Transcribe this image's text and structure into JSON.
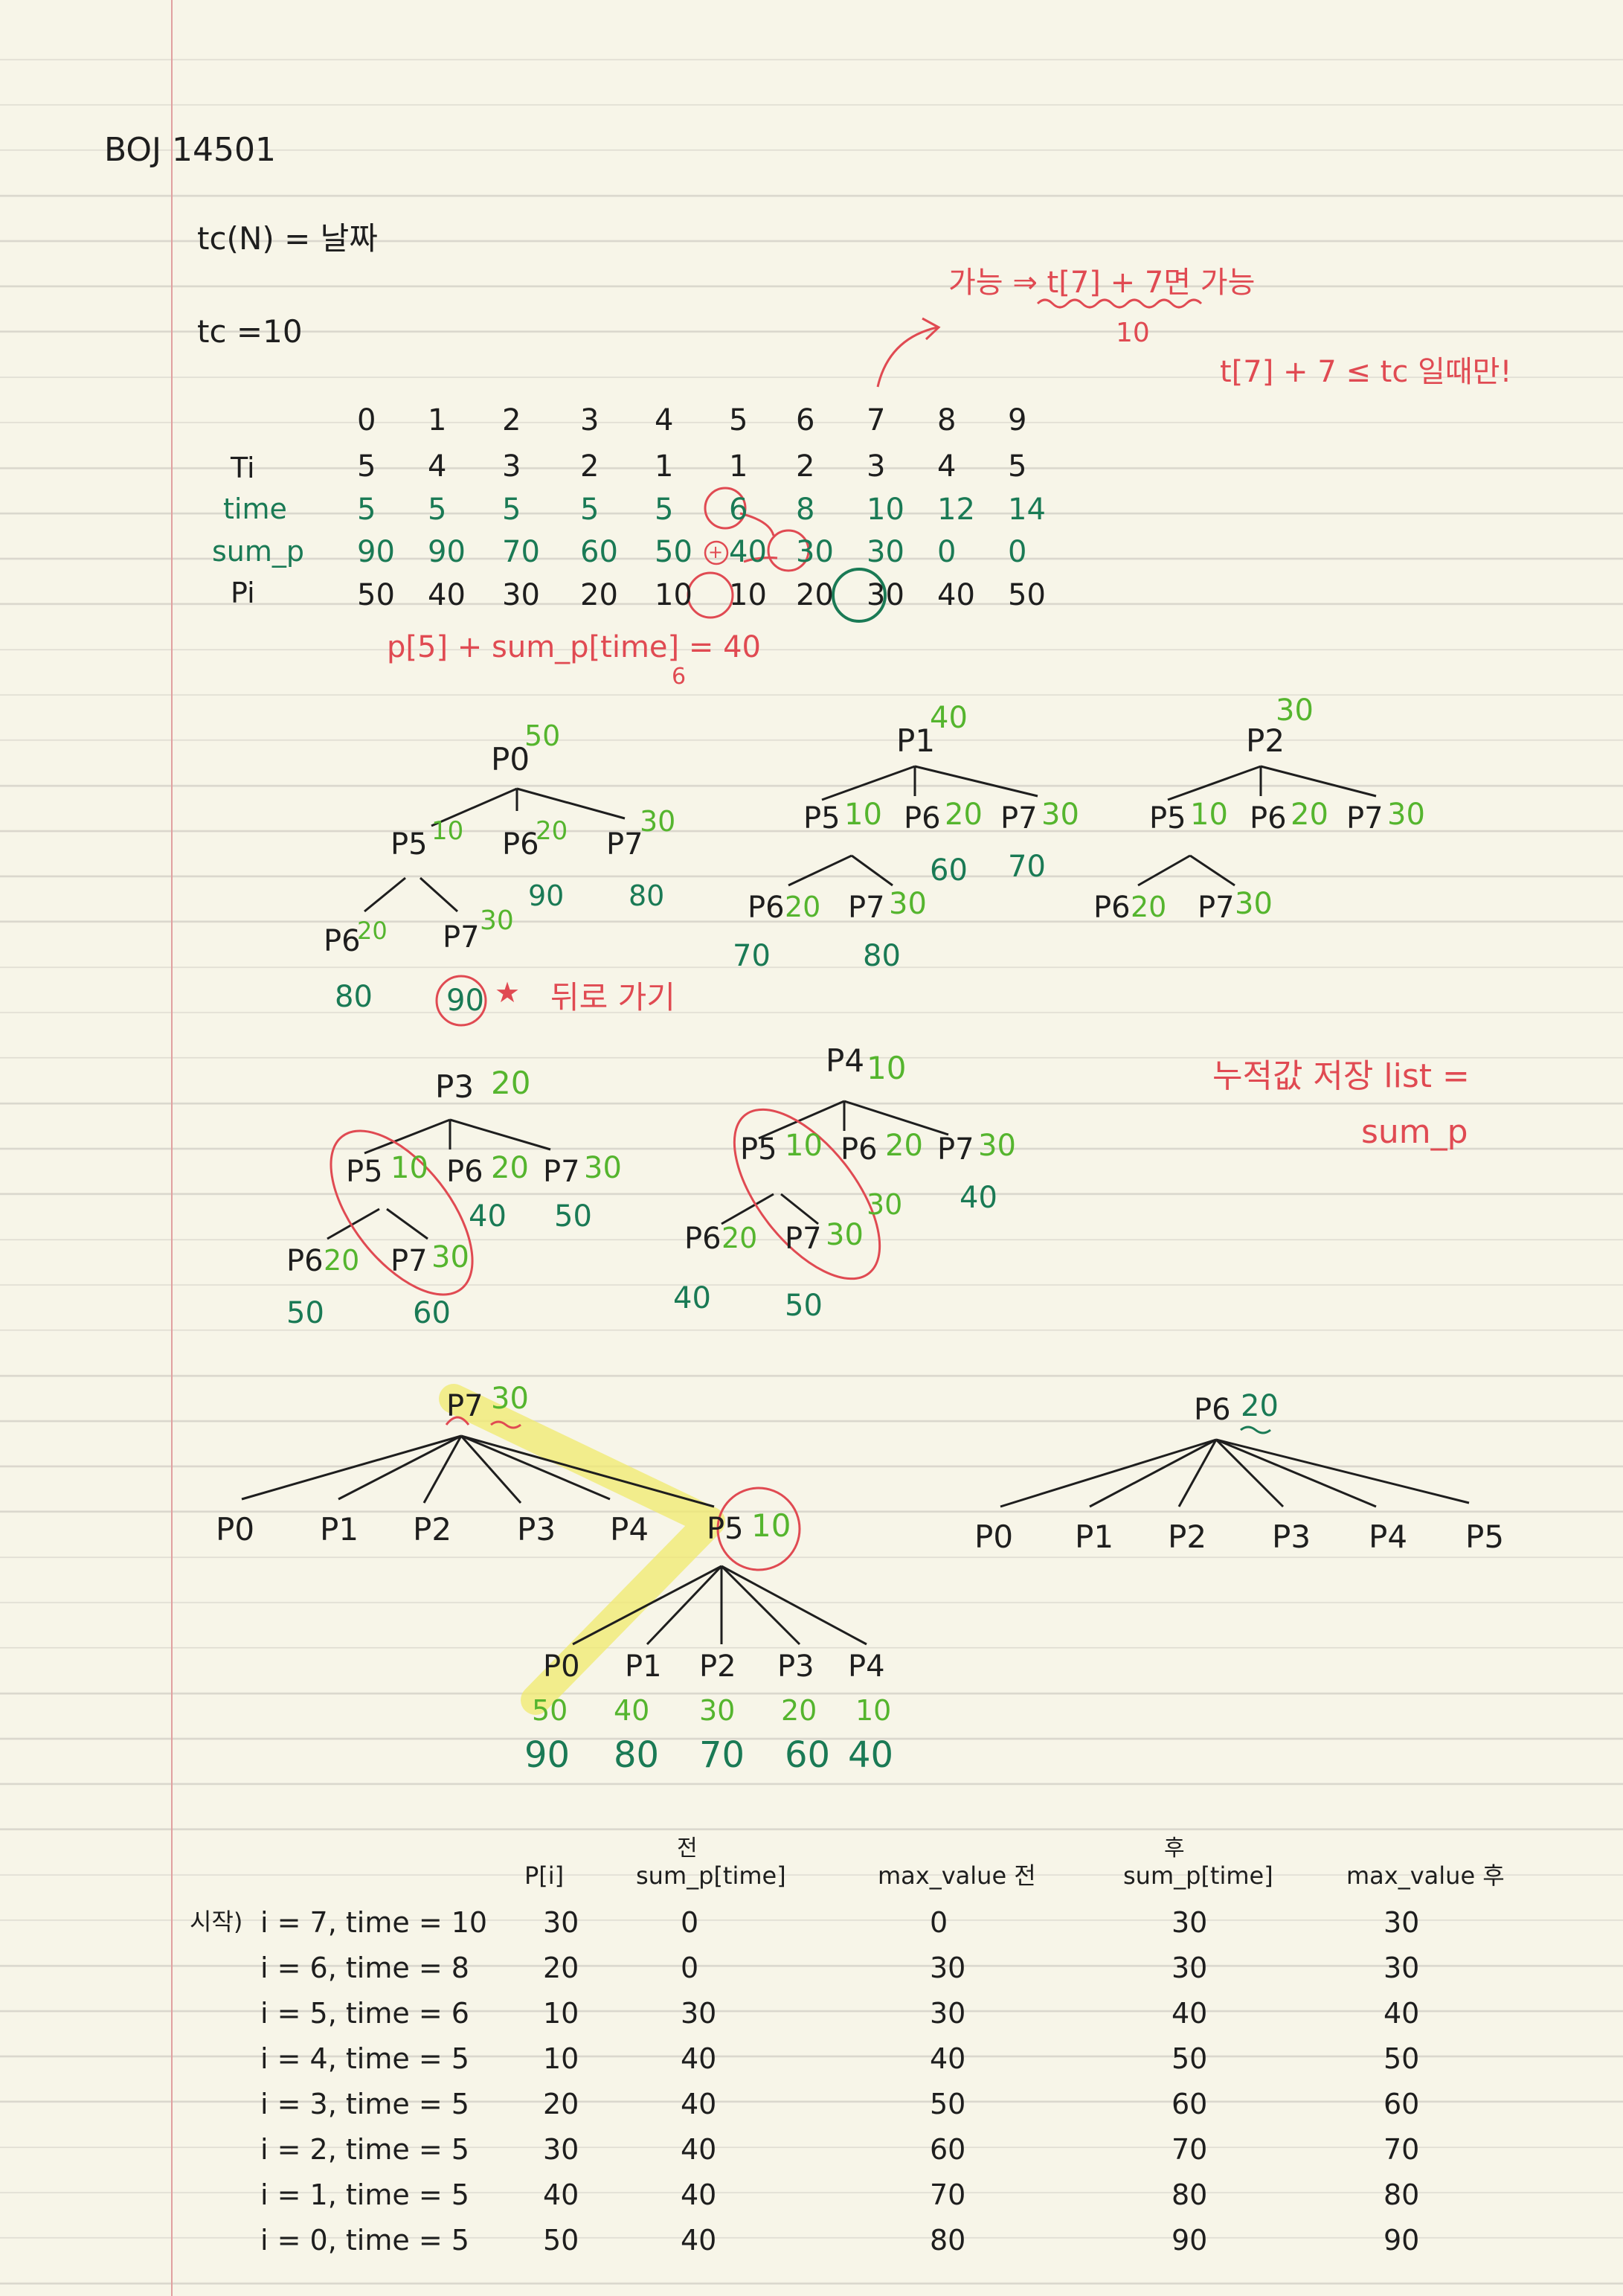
{
  "header": {
    "title": "BOJ 14501",
    "line1": "tc(N) = 날짜",
    "line2": "tc =10"
  },
  "notes": {
    "possible_top": "가능 ⇒ t[7] + 7면 가능",
    "possible_sub": "10",
    "condition": "t[7] + 7 ≤ tc 일때만!",
    "formula": "p[5] + sum_p[time] = 40",
    "formula_sub": "6",
    "backtrack": "뒤로 가기",
    "star": "★",
    "plus_mark": "+",
    "list_note_1": "누적값 저장 list =",
    "list_note_2": "sum_p"
  },
  "table": {
    "row_labels": [
      "Ti",
      "time",
      "sum_p",
      "Pi"
    ],
    "cols": [
      "0",
      "1",
      "2",
      "3",
      "4",
      "5",
      "6",
      "7",
      "8",
      "9"
    ],
    "ti": [
      "5",
      "4",
      "3",
      "2",
      "1",
      "1",
      "2",
      "3",
      "4",
      "5"
    ],
    "time": [
      "5",
      "5",
      "5",
      "5",
      "5",
      "6",
      "8",
      "10",
      "12",
      "14"
    ],
    "sum_p": [
      "90",
      "90",
      "70",
      "60",
      "50",
      "40",
      "30",
      "30",
      "0",
      "0"
    ],
    "pi": [
      "50",
      "40",
      "30",
      "20",
      "10",
      "10",
      "20",
      "30",
      "40",
      "50"
    ]
  },
  "trees": {
    "p0": {
      "root": "P0",
      "root_v": "50",
      "c": [
        "P5",
        "P6",
        "P7"
      ],
      "cv": [
        "10",
        "20",
        "30"
      ],
      "s": [
        "90",
        "80"
      ],
      "g": [
        "P6",
        "P7"
      ],
      "gv": [
        "20",
        "30"
      ],
      "gs": [
        "80",
        "90"
      ]
    },
    "p1": {
      "root": "P1",
      "root_v": "40",
      "c": [
        "P5",
        "P6",
        "P7"
      ],
      "cv": [
        "10",
        "20",
        "30"
      ],
      "s": [
        "60",
        "70"
      ],
      "g": [
        "P6",
        "P7"
      ],
      "gv": [
        "20",
        "30"
      ],
      "gs": [
        "70",
        "80"
      ]
    },
    "p2": {
      "root": "P2",
      "root_v": "30",
      "c": [
        "P5",
        "P6",
        "P7"
      ],
      "cv": [
        "10",
        "20",
        "30"
      ],
      "g": [
        "P6",
        "P7"
      ],
      "gv": [
        "20",
        "30"
      ]
    },
    "p3": {
      "root": "P3",
      "root_v": "20",
      "c": [
        "P5",
        "P6",
        "P7"
      ],
      "cv": [
        "10",
        "20",
        "30"
      ],
      "s": [
        "40",
        "50"
      ],
      "g": [
        "P6",
        "P7"
      ],
      "gv": [
        "20",
        "30"
      ],
      "gs": [
        "50",
        "60"
      ]
    },
    "p4": {
      "root": "P4",
      "root_v": "10",
      "c": [
        "P5",
        "P6",
        "P7"
      ],
      "cv": [
        "10",
        "20",
        "30"
      ],
      "s": [
        "30",
        "40"
      ],
      "g": [
        "P6",
        "P7"
      ],
      "gv": [
        "20",
        "30"
      ],
      "gs": [
        "40",
        "50"
      ]
    },
    "p7": {
      "root": "P7",
      "root_v": "30",
      "c": [
        "P0",
        "P1",
        "P2",
        "P3",
        "P4",
        "P5"
      ],
      "sub": "P5",
      "sub_v": "10",
      "sc": [
        "P0",
        "P1",
        "P2",
        "P3",
        "P4"
      ],
      "sv": [
        "50",
        "40",
        "30",
        "20",
        "10"
      ],
      "ss": [
        "90",
        "80",
        "70",
        "60",
        "40"
      ]
    },
    "p6": {
      "root": "P6",
      "root_v": "20",
      "c": [
        "P0",
        "P1",
        "P2",
        "P3",
        "P4",
        "P5"
      ]
    }
  },
  "bottom": {
    "headers": [
      "P[i]",
      "전",
      "sum_p[time]",
      "max_value 전",
      "후",
      "sum_p[time]",
      "max_value 후"
    ],
    "start_label": "시작)",
    "rows": [
      {
        "label": "i = 7, time = 10",
        "p": "30",
        "sp_before": "0",
        "max_before": "0",
        "sp_after": "30",
        "max_after": "30"
      },
      {
        "label": "i = 6, time = 8",
        "p": "20",
        "sp_before": "0",
        "max_before": "30",
        "sp_after": "30",
        "max_after": "30"
      },
      {
        "label": "i = 5, time = 6",
        "p": "10",
        "sp_before": "30",
        "max_before": "30",
        "sp_after": "40",
        "max_after": "40"
      },
      {
        "label": "i = 4, time = 5",
        "p": "10",
        "sp_before": "40",
        "max_before": "40",
        "sp_after": "50",
        "max_after": "50"
      },
      {
        "label": "i = 3, time = 5",
        "p": "20",
        "sp_before": "40",
        "max_before": "50",
        "sp_after": "60",
        "max_after": "60"
      },
      {
        "label": "i = 2, time = 5",
        "p": "30",
        "sp_before": "40",
        "max_before": "60",
        "sp_after": "70",
        "max_after": "70"
      },
      {
        "label": "i = 1, time = 5",
        "p": "40",
        "sp_before": "40",
        "max_before": "70",
        "sp_after": "80",
        "max_after": "80"
      },
      {
        "label": "i = 0, time = 5",
        "p": "50",
        "sp_before": "40",
        "max_before": "80",
        "sp_after": "90",
        "max_after": "90"
      }
    ]
  },
  "colors": {
    "ink": "#1e1e1e",
    "dark_green": "#1a7a55",
    "light_green": "#55b52e",
    "red": "#e04a52",
    "highlight": "#f0ea6e",
    "paper": "#f7f5e8",
    "rule": "#d9d6cc",
    "margin": "#e0a0a0"
  }
}
